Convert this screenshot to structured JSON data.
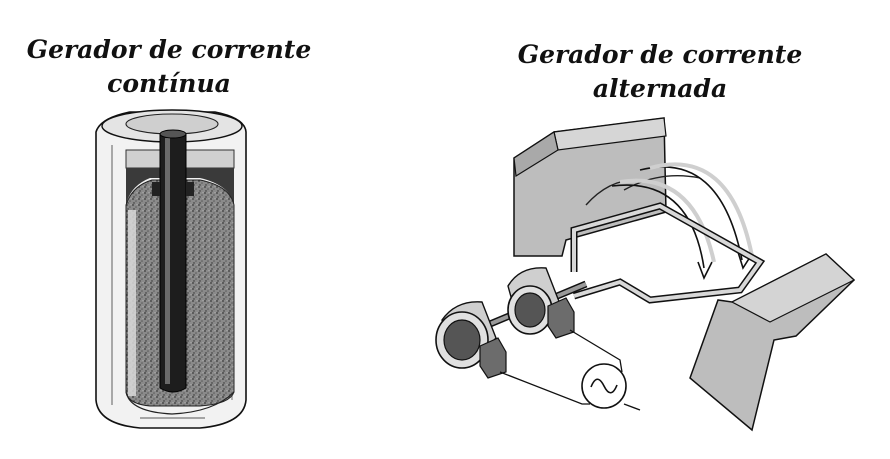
{
  "dc_title": {
    "line1": "Gerador de corrente",
    "line2": "contínua"
  },
  "ac_title": {
    "line1": "Gerador de corrente",
    "line2": "alternada"
  },
  "colors": {
    "ink": "#111111",
    "shade_dark": "#4a4a4a",
    "shade_mid": "#b9b9b9",
    "shade_light": "#d8d8d8"
  }
}
